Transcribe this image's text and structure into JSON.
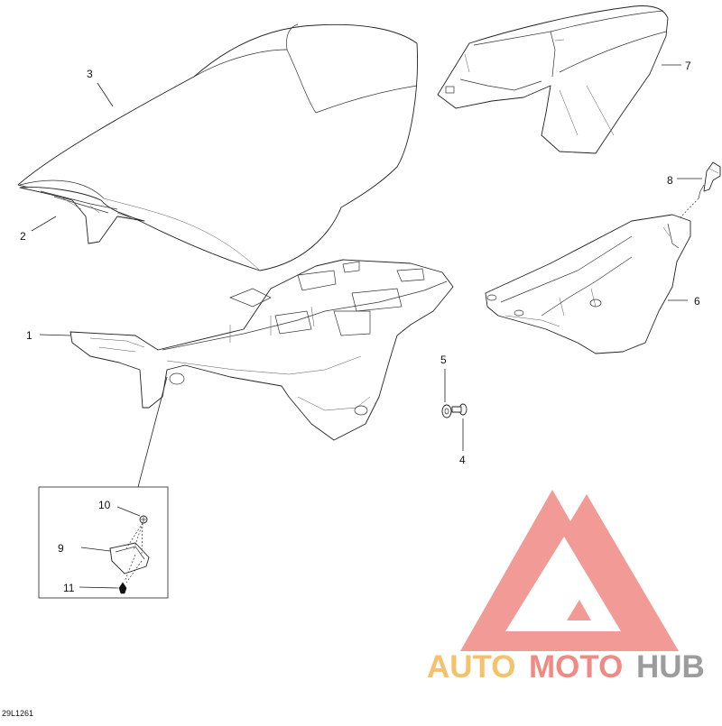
{
  "diagram": {
    "document_code": "29L1261",
    "callouts": {
      "c1": "1",
      "c2": "2",
      "c3": "3",
      "c4": "4",
      "c5": "5",
      "c6": "6",
      "c7": "7",
      "c8": "8",
      "c9": "9",
      "c10": "10",
      "c11": "11"
    }
  },
  "watermark": {
    "brand_part1": "AUTO",
    "brand_part2": "MOTO",
    "brand_part3": "HUB",
    "colors": {
      "logo": "#f08a84",
      "auto": "#f5c26b",
      "moto": "#f08a84",
      "hub": "#9c9c9c"
    }
  }
}
